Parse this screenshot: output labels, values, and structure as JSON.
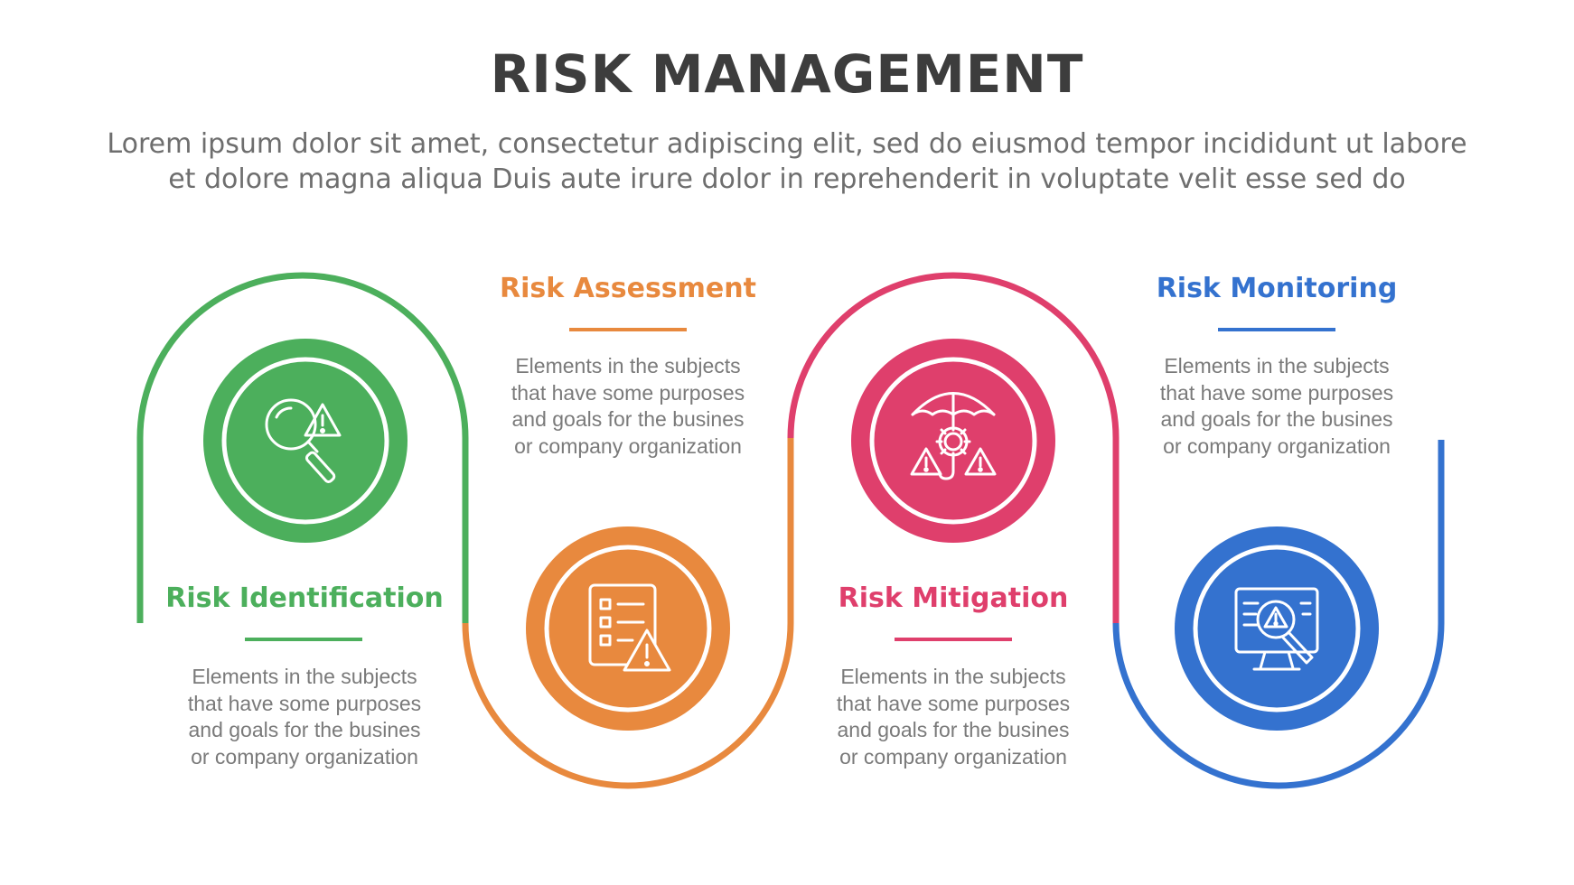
{
  "title": "RISK MANAGEMENT",
  "subtitle": {
    "line1": "Lorem ipsum dolor sit amet, consectetur adipiscing elit, sed do eiusmod tempor incididunt ut labore",
    "line2": "et dolore magna aliqua Duis aute irure dolor in reprehenderit in voluptate velit esse sed do"
  },
  "colors": {
    "green": "#4caf5c",
    "orange": "#e8893e",
    "pink": "#df3f6c",
    "blue": "#3472cf",
    "title": "#3d3d3d",
    "text": "#7a7a7a"
  },
  "steps": [
    {
      "title": "Risk Identification",
      "color": "#4caf5c",
      "icon": "magnifier-warning-icon",
      "desc": [
        "Elements in the subjects",
        "that have some purposes",
        "and goals for the  busines",
        "or company organization"
      ]
    },
    {
      "title": "Risk Assessment",
      "color": "#e8893e",
      "icon": "checklist-warning-icon",
      "desc": [
        "Elements in the subjects",
        "that have some purposes",
        "and goals for the  busines",
        "or company organization"
      ]
    },
    {
      "title": "Risk Mitigation",
      "color": "#df3f6c",
      "icon": "umbrella-gear-warning-icon",
      "desc": [
        "Elements in the subjects",
        "that have some purposes",
        "and goals for the  busines",
        "or company organization"
      ]
    },
    {
      "title": "Risk Monitoring",
      "color": "#3472cf",
      "icon": "monitor-magnifier-warning-icon",
      "desc": [
        "Elements in the subjects",
        "that have some purposes",
        "and goals for the  busines",
        "or company organization"
      ]
    }
  ]
}
